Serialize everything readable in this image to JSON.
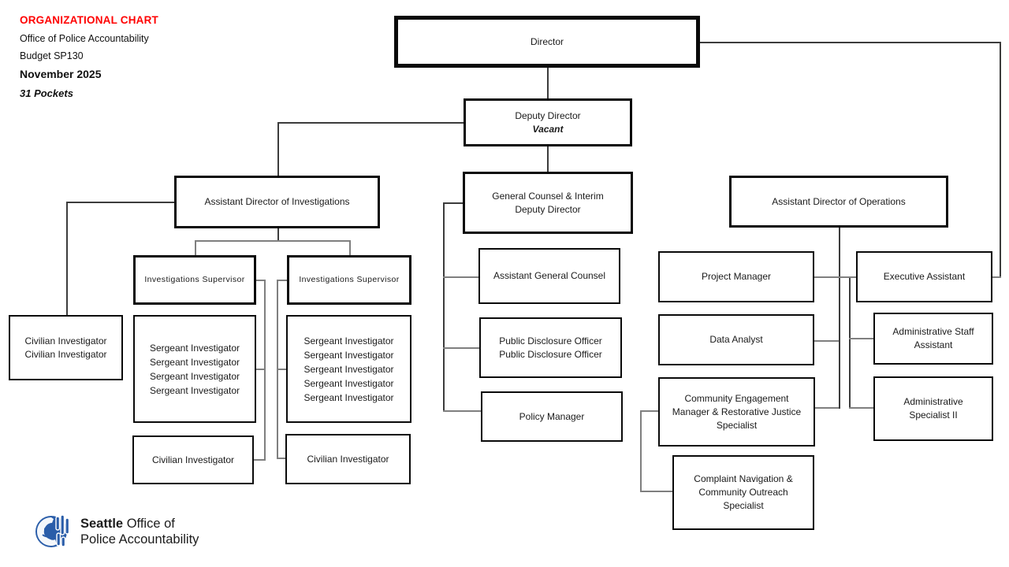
{
  "header": {
    "title": "ORGANIZATIONAL CHART",
    "org": "Office of Police Accountability",
    "budget": "Budget SP130",
    "date": "November 2025",
    "pockets": "31 Pockets"
  },
  "colors": {
    "title_red": "#ff0000",
    "box_border": "#0a0a0a",
    "connector_gray": "#7f7f7f",
    "connector_dark": "#3c3c3c",
    "logo_blue": "#2a5da9"
  },
  "boxes": {
    "director": {
      "label": "Director"
    },
    "deputy_director": {
      "title": "Deputy Director",
      "status": "Vacant"
    },
    "asst_dir_investigations": {
      "label": "Assistant Director of Investigations"
    },
    "general_counsel": {
      "label": "General Counsel & Interim\nDeputy Director"
    },
    "asst_dir_operations": {
      "label": "Assistant Director of Operations"
    },
    "inv_supervisor_left": {
      "label": "Investigations Supervisor"
    },
    "inv_supervisor_right": {
      "label": "Investigations Supervisor"
    },
    "civilian_investigator_pair": {
      "label": "Civilian Investigator\nCivilian Investigator"
    },
    "sergeants_left": {
      "label": "Sergeant Investigator\nSergeant Investigator\nSergeant Investigator\nSergeant Investigator"
    },
    "sergeants_right": {
      "label": "Sergeant Investigator\nSergeant Investigator\nSergeant Investigator\nSergeant Investigator\nSergeant Investigator"
    },
    "civilian_investigator_left": {
      "label": "Civilian Investigator"
    },
    "civilian_investigator_right": {
      "label": "Civilian Investigator"
    },
    "asst_general_counsel": {
      "label": "Assistant General Counsel"
    },
    "public_disclosure": {
      "label": "Public Disclosure Officer\nPublic Disclosure Officer"
    },
    "policy_manager": {
      "label": "Policy Manager"
    },
    "project_manager": {
      "label": "Project Manager"
    },
    "data_analyst": {
      "label": "Data Analyst"
    },
    "community_engagement": {
      "label": "Community Engagement\nManager & Restorative Justice\nSpecialist"
    },
    "complaint_navigation": {
      "label": "Complaint Navigation &\nCommunity Outreach\nSpecialist"
    },
    "executive_assistant": {
      "label": "Executive Assistant"
    },
    "admin_staff_assistant": {
      "label": "Administrative Staff\nAssistant"
    },
    "admin_specialist_ii": {
      "label": "Administrative\nSpecialist II"
    }
  },
  "logo": {
    "brand_bold": "Seattle",
    "brand_rest": " Office of",
    "line2": "Police Accountability"
  }
}
